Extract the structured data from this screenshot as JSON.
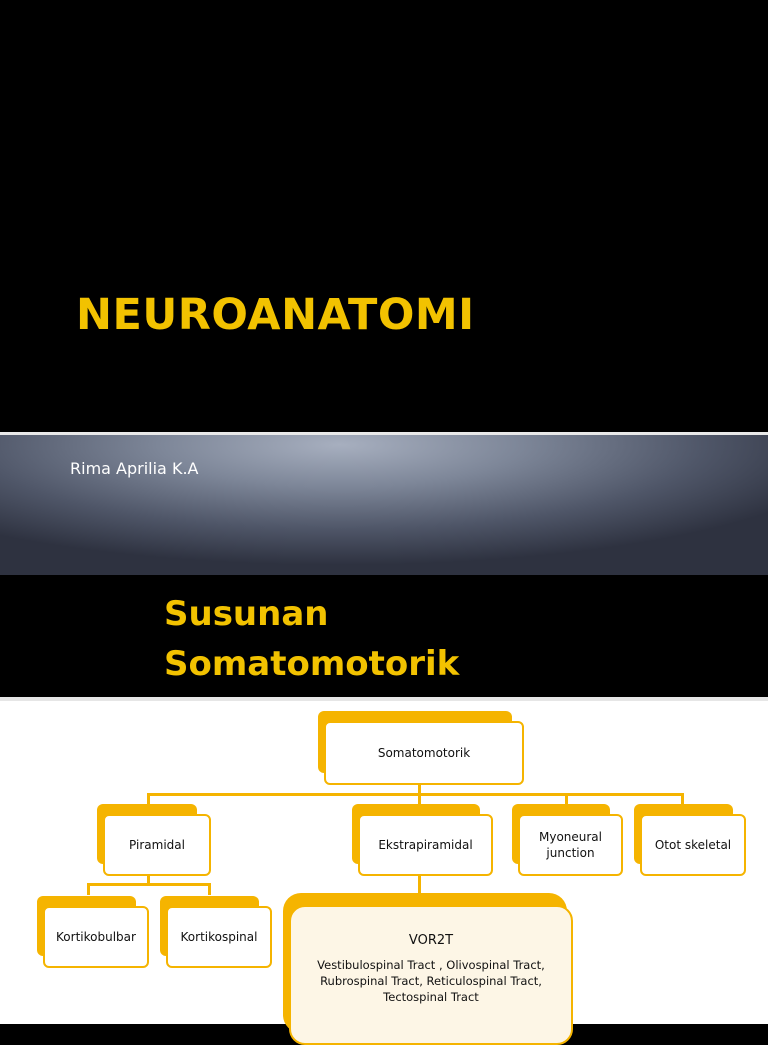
{
  "slide1": {
    "title": "NEUROANATOMI",
    "author": "Rima Aprilia K.A"
  },
  "slide2": {
    "title_line1": "Susunan",
    "title_line2": "Somatomotorik",
    "diagram": {
      "root": "Somatomotorik",
      "level1": [
        "Piramidal",
        "Ekstrapiramidal",
        "Myoneural junction",
        "Otot skeletal"
      ],
      "piramidal_children": [
        "Kortikobulbar",
        "Kortikospinal"
      ],
      "ekstrapiramidal_child": {
        "title": "VOR2T",
        "detail": "Vestibulospinal Tract , Olivospinal Tract, Rubrospinal Tract, Reticulospinal Tract, Tectospinal Tract"
      }
    }
  },
  "colors": {
    "title_yellow": "#f2c200",
    "box_orange": "#f5b400"
  }
}
